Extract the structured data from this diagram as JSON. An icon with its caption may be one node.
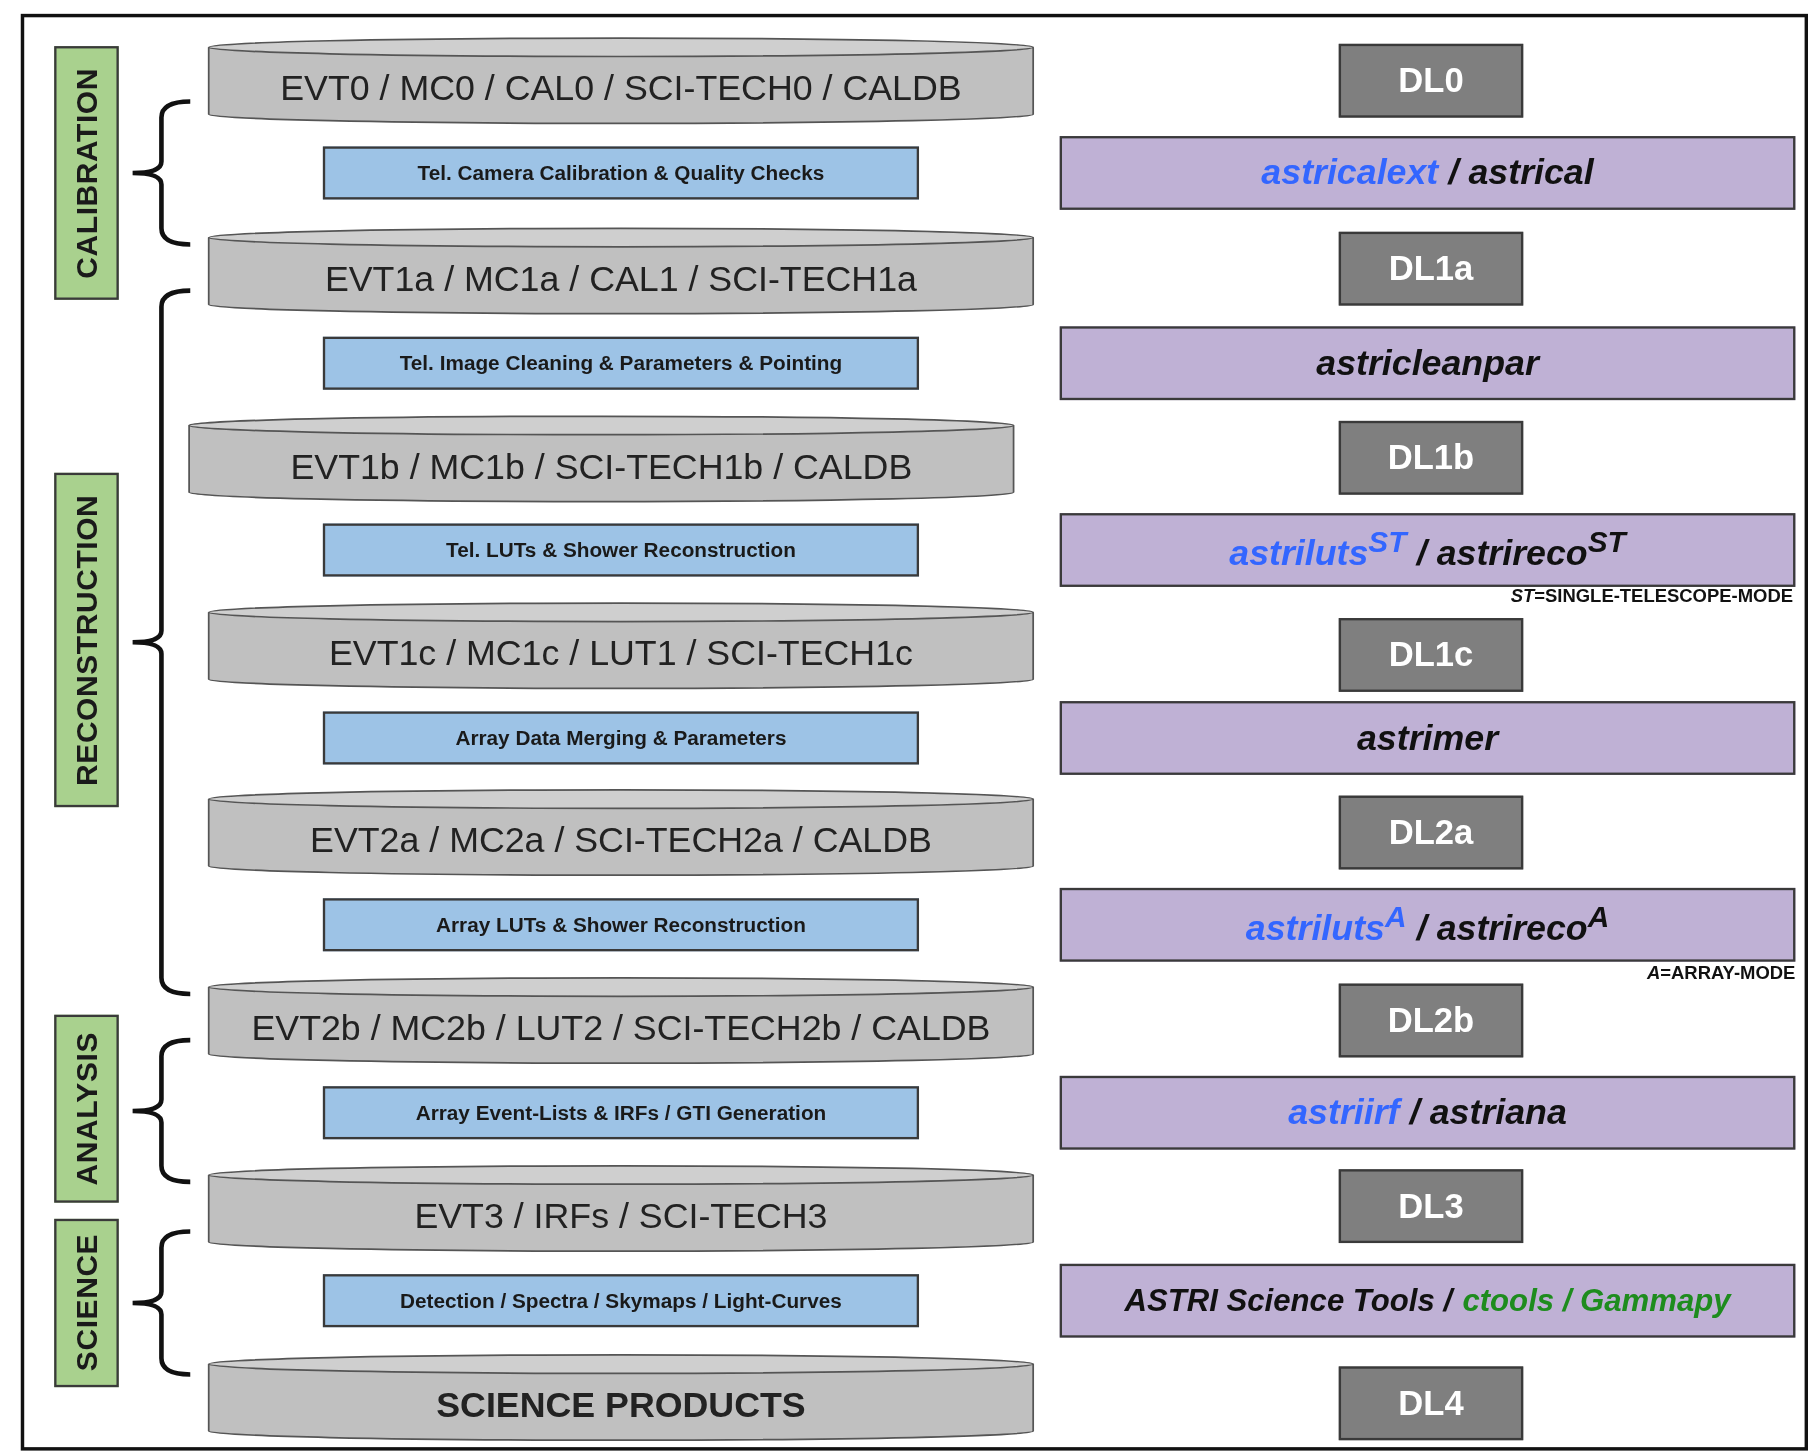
{
  "diagram": {
    "nodes": [
      {
        "text": [
          "CALIBRATION"
        ]
      },
      {
        "text": [
          "EVT0 / MC0 / CAL0 / SCI-TECH0 / CALDB"
        ]
      },
      {
        "text": [
          "DL0"
        ]
      },
      {
        "text": [
          "Tel. Camera Calibration & Quality Checks"
        ]
      },
      {
        "text": [
          "astricalext",
          "/ astrical"
        ]
      },
      {
        "text": [
          "EVT1a / MC1a / CAL1 / SCI-TECH1a"
        ]
      },
      {
        "text": [
          "DL1a"
        ]
      },
      {
        "text": [
          "RECONSTRUCTION"
        ]
      },
      {
        "text": [
          "Tel. Image Cleaning & Parameters & Pointing"
        ]
      },
      {
        "text": [
          "astricleanpar"
        ]
      },
      {
        "text": [
          "EVT1b / MC1b / SCI-TECH1b / CALDB"
        ]
      },
      {
        "text": [
          "DL1b"
        ]
      },
      {
        "text": [
          "Tel. LUTs & Shower Reconstruction"
        ]
      },
      {
        "text": [
          "astriluts$^{ST}$",
          "/ astrireco$^{ST}$"
        ]
      },
      {
        "text": [
          "EVT1c / MC1c / LUT1 / SCI-TECH1c"
        ]
      },
      {
        "text": [
          "DL1c"
        ]
      },
      {
        "text": [
          "Array Data Merging & Parameters"
        ]
      },
      {
        "text": [
          "astrimer"
        ]
      },
      {
        "text": [
          "EVT2a / MC2a / SCI-TECH2a / CALDB"
        ]
      },
      {
        "text": [
          "DL2a"
        ]
      },
      {
        "text": [
          "Array LUTs & Shower Reconstruction"
        ]
      },
      {
        "text": [
          "astriluts$^{A}$",
          "/ astrireco$^{A}$"
        ]
      },
      {
        "text": [
          "ANALYSIS"
        ]
      },
      {
        "text": [
          "EVT2b / MC2b / LUT2 / SCI-TECH2b / CALDB"
        ]
      },
      {
        "text": [
          "DL2b"
        ]
      },
      {
        "text": [
          "Array Event-Lists & IRFs / GTI Generation"
        ]
      },
      {
        "text": [
          "astriirf",
          "/ astriana"
        ]
      },
      {
        "text": [
          "SCIENCE"
        ]
      },
      {
        "text": [
          "EVT3 / IRFs / SCI-TECH3"
        ]
      },
      {
        "text": [
          "DL3"
        ]
      },
      {
        "text": [
          "Detection / Spectra / Skymaps / Light-Curves"
        ]
      },
      {
        "text": [
          "ASTRI Science Tools /",
          "ctools / Gammapy"
        ]
      },
      {
        "text": [
          "SCIENCE PRODUCTS"
        ]
      },
      {
        "text": [
          "DL4"
        ]
      }
    ],
    "labels": [
      "*ST*=SINGLE-TELESCOPE-MODE",
      "*A*=ARRAY-MODE"
    ]
  }
}
